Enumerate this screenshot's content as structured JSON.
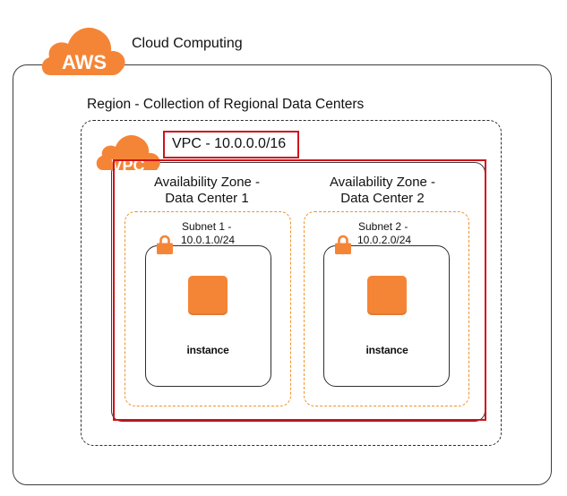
{
  "colors": {
    "aws_orange": "#f58536",
    "highlight_red": "#d0121b",
    "dashed_orange": "#f0922b",
    "line_dark": "#3c3c3c"
  },
  "cloud": {
    "logo_text": "AWS",
    "title": "Cloud Computing"
  },
  "region": {
    "title": "Region - Collection of Regional Data Centers"
  },
  "vpc": {
    "logo_text": "VPC",
    "label": "VPC - 10.0.0.0/16"
  },
  "zones": [
    {
      "title_line1": "Availability Zone -",
      "title_line2": "Data Center 1",
      "subnet": {
        "name": "Subnet 1 -",
        "cidr": "10.0.1.0/24",
        "lock_icon": "padlock-icon",
        "instance_icon": "ec2-instance-icon",
        "instance_label": "instance"
      }
    },
    {
      "title_line1": "Availability Zone -",
      "title_line2": "Data Center 2",
      "subnet": {
        "name": "Subnet 2 -",
        "cidr": "10.0.2.0/24",
        "lock_icon": "padlock-icon",
        "instance_icon": "ec2-instance-icon",
        "instance_label": "instance"
      }
    }
  ]
}
